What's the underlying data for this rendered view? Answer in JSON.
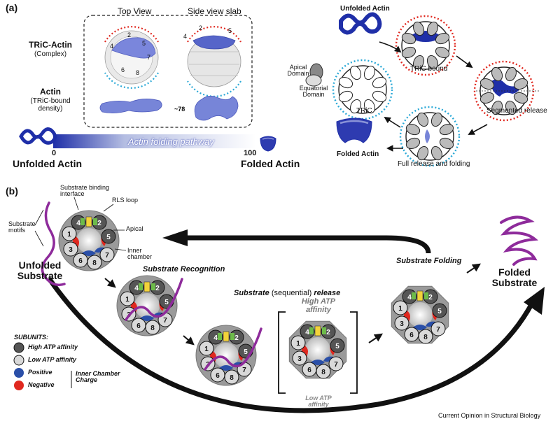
{
  "panel_a": {
    "label": "(a)",
    "top_view": "Top View",
    "side_view": "Side view slab",
    "tric_actin": "TRiC-Actin",
    "complex": "(Complex)",
    "actin": "Actin",
    "tric_bound_density": "(TRiC-bound\ndensity)",
    "approx": "~78",
    "pathway_label": "Actin folding pathway",
    "scale_start": "0",
    "scale_end": "100",
    "unfolded_actin": "Unfolded Actin",
    "folded_actin": "Folded Actin",
    "top_subunit_numbers": [
      "2",
      "4",
      "5",
      "7",
      "6",
      "8"
    ],
    "side_subunit_numbers": [
      "2",
      "4",
      "5"
    ],
    "cycle": {
      "unfolded_actin": "Unfolded Actin",
      "tric_bound": "TRiC bound",
      "segmented_release": "Segmented release",
      "full_release": "Full release and folding",
      "tric": "TRiC",
      "folded_actin": "Folded Actin",
      "apical_domain": "Apical\nDomain",
      "equatorial_domain": "Equatorial\nDomain"
    }
  },
  "panel_b": {
    "label": "(b)",
    "substrate_motifs": "Substrate\nmotifs",
    "substrate_binding_interface": "Substrate binding\ninterface",
    "rls_loop": "RLS loop",
    "apical": "Apical",
    "inner_chamber": "Inner\nchamber",
    "unfolded_substrate": "Unfolded\nSubstrate",
    "substrate_recognition": "Substrate Recognition",
    "release_1": "Substrate",
    "release_2": "(sequential)",
    "release_3": "release",
    "high_atp_affinity_note": "High ATP\naffinity",
    "low_atp_affinity_note": "Low ATP\naffinity",
    "substrate_folding": "Substrate Folding",
    "folded_substrate": "Folded\nSubstrate",
    "subunit_numbers": [
      "1",
      "2",
      "3",
      "4",
      "5",
      "6",
      "7",
      "8"
    ],
    "legend": {
      "title": "SUBUNITS:",
      "high": "High ATP affinity",
      "low": "Low ATP affinity",
      "positive": "Positive",
      "negative": "Negative",
      "inner_chamber_charge": "Inner Chamber\nCharge"
    }
  },
  "credit": "Current Opinion in Structural Biology",
  "colors": {
    "dark_subunit": "#555555",
    "light_subunit": "#d9d9d9",
    "positive": "#2a4fa8",
    "negative": "#e0281f",
    "substrate": "#8e2b9b",
    "actin": "#1f2fa8",
    "arrow": "#111111"
  }
}
